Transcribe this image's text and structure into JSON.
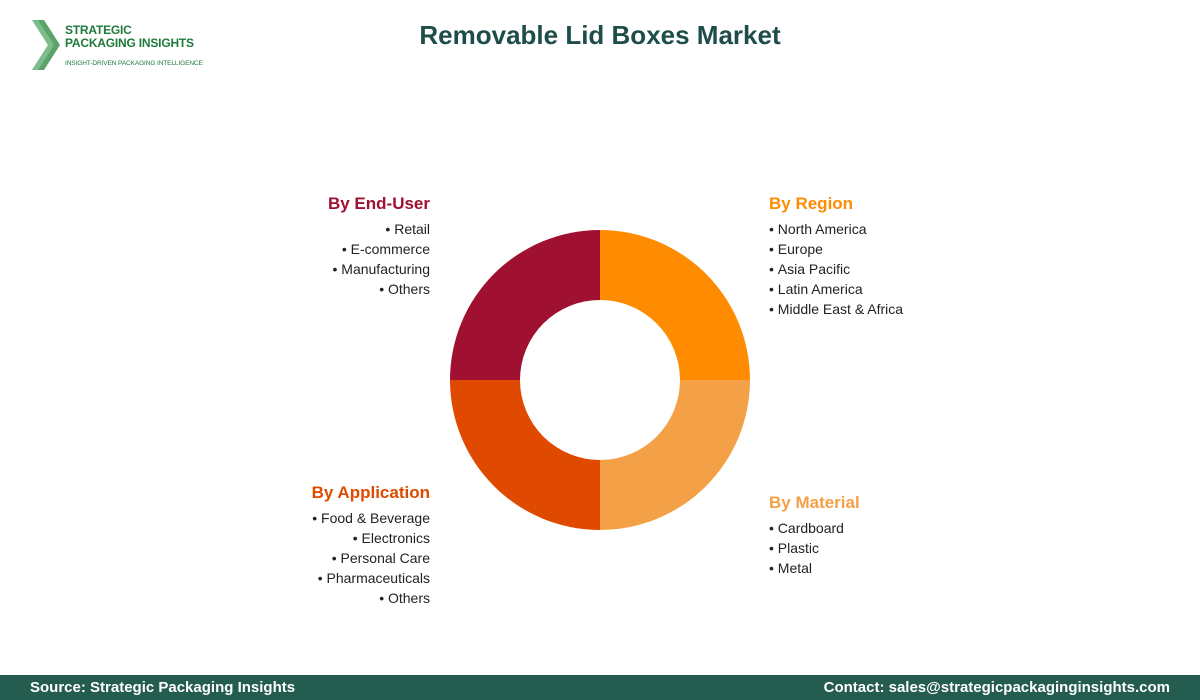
{
  "logo": {
    "name": "STRATEGIC\nPACKAGING INSIGHTS",
    "tagline": "INSIGHT-DRIVEN PACKAGING INTELLIGENCE"
  },
  "title": "Removable Lid Boxes Market",
  "segments": [
    {
      "key": "region",
      "title": "By Region",
      "color": "#FF8C00",
      "items": [
        "North America",
        "Europe",
        "Asia Pacific",
        "Latin America",
        "Middle East & Africa"
      ]
    },
    {
      "key": "material",
      "title": "By Material",
      "color": "#F4A046",
      "items": [
        "Cardboard",
        "Plastic",
        "Metal"
      ]
    },
    {
      "key": "application",
      "title": "By Application",
      "color": "#E04A00",
      "items": [
        "Food & Beverage",
        "Electronics",
        "Personal Care",
        "Pharmaceuticals",
        "Others"
      ]
    },
    {
      "key": "end_user",
      "title": "By End-User",
      "color": "#A01030",
      "items": [
        "Retail",
        "E-commerce",
        "Manufacturing",
        "Others"
      ]
    }
  ],
  "footer": {
    "source": "Source: Strategic Packaging Insights",
    "contact": "Contact: sales@strategicpackaginginsights.com"
  }
}
